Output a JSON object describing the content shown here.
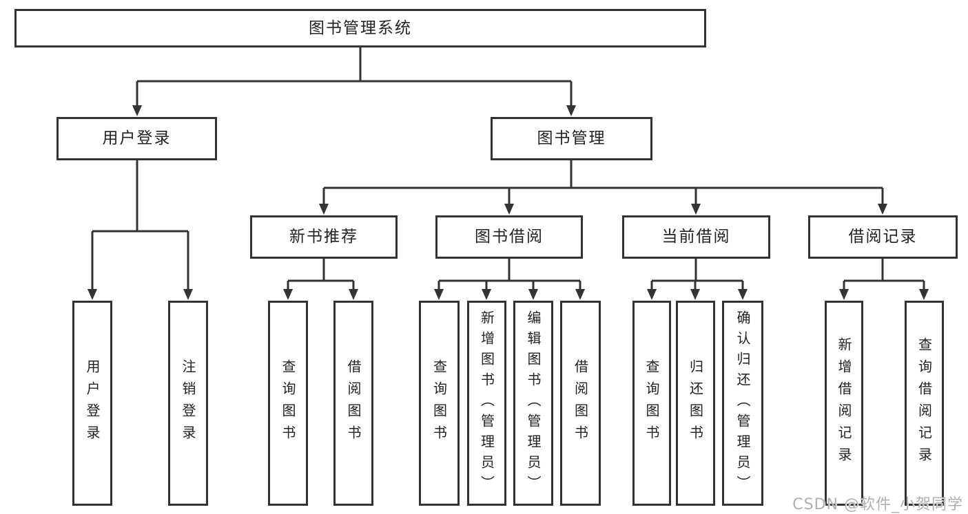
{
  "diagram": {
    "root": {
      "label": "图书管理系统"
    },
    "branches": [
      {
        "label": "用户登录",
        "children": [
          {
            "label": "用户登录"
          },
          {
            "label": "注销登录"
          }
        ]
      },
      {
        "label": "图书管理",
        "children": [
          {
            "label": "新书推荐",
            "children": [
              {
                "label": "查询图书"
              },
              {
                "label": "借阅图书"
              }
            ]
          },
          {
            "label": "图书借阅",
            "children": [
              {
                "label": "查询图书"
              },
              {
                "label": "新增图书（管理员）"
              },
              {
                "label": "编辑图书（管理员）"
              },
              {
                "label": "借阅图书"
              }
            ]
          },
          {
            "label": "当前借阅",
            "children": [
              {
                "label": "查询图书"
              },
              {
                "label": "归还图书"
              },
              {
                "label": "确认归还（管理员）"
              }
            ]
          },
          {
            "label": "借阅记录",
            "children": [
              {
                "label": "新增借阅记录"
              },
              {
                "label": "查询借阅记录"
              }
            ]
          }
        ]
      }
    ]
  },
  "watermark": {
    "text": "CSDN @软件_小贺同学"
  },
  "colors": {
    "line": "#333333",
    "text": "#222222",
    "background": "#ffffff",
    "watermark": "#b0b0b0"
  }
}
